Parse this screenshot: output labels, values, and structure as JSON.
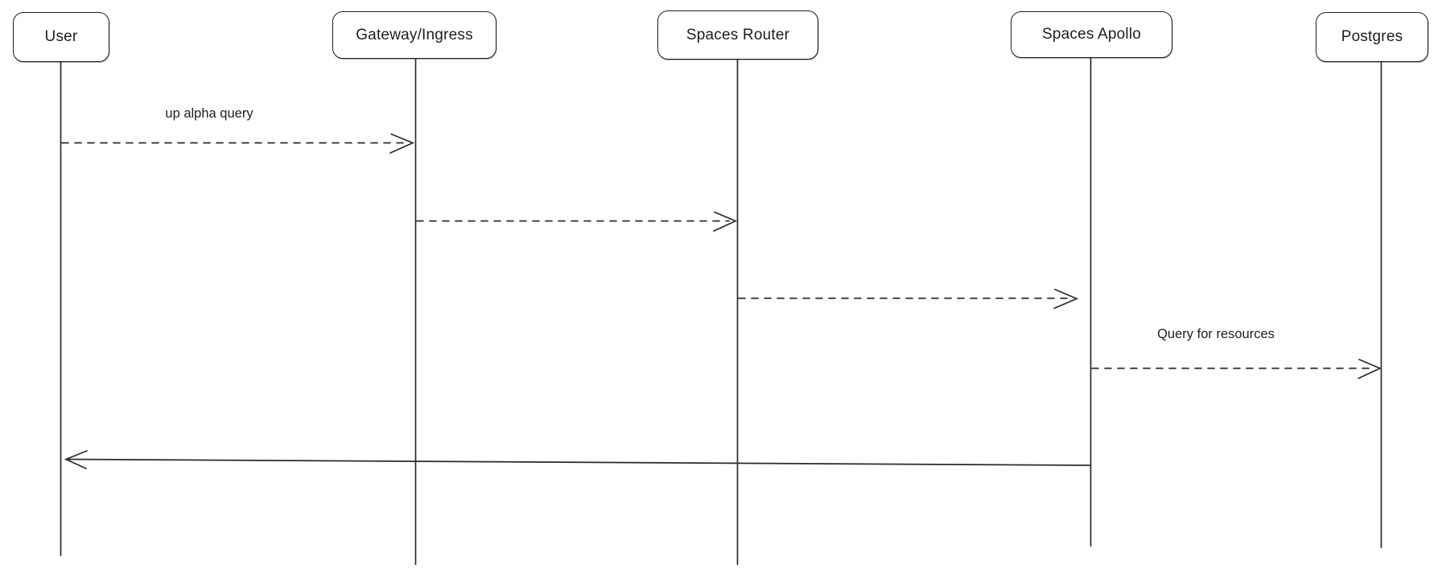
{
  "diagram": {
    "type": "sequence-diagram",
    "style": "hand-drawn",
    "colors": {
      "background": "#ffffff",
      "stroke": "#1e1e1e",
      "text": "#1e1e1e"
    },
    "actors": [
      {
        "label": "User"
      },
      {
        "label": "Gateway/Ingress"
      },
      {
        "label": "Spaces Router"
      },
      {
        "label": "Spaces Apollo"
      },
      {
        "label": "Postgres"
      }
    ],
    "messages": [
      {
        "from": "User",
        "to": "Gateway/Ingress",
        "label": "up alpha query",
        "line": "dashed"
      },
      {
        "from": "Gateway/Ingress",
        "to": "Spaces Router",
        "label": "",
        "line": "dashed"
      },
      {
        "from": "Spaces Router",
        "to": "Spaces Apollo",
        "label": "",
        "line": "dashed"
      },
      {
        "from": "Spaces Apollo",
        "to": "Postgres",
        "label": "Query for resources",
        "line": "dashed"
      },
      {
        "from": "Spaces Apollo",
        "to": "User",
        "label": "",
        "line": "solid"
      }
    ]
  }
}
